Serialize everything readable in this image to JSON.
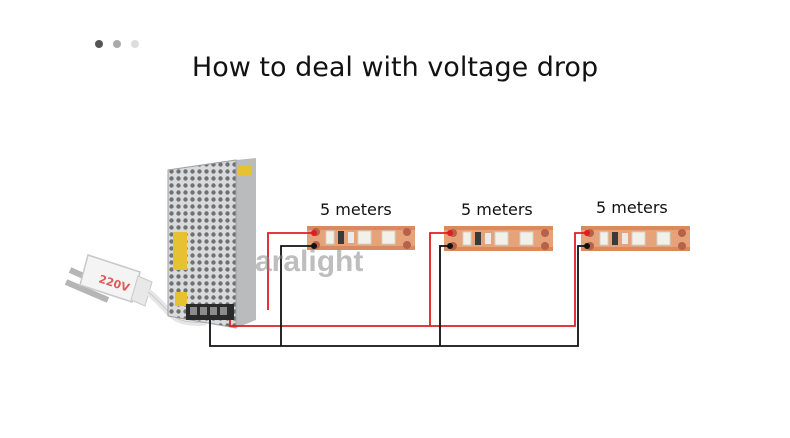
{
  "carousel": {
    "dots": 3,
    "active": 0
  },
  "title": "How to deal with voltage drop",
  "strips": [
    {
      "label": "5 meters"
    },
    {
      "label": "5 meters"
    },
    {
      "label": "5 meters"
    }
  ],
  "plug_label": "220V",
  "watermark": "aralight",
  "colors": {
    "positive_wire": "#e01b24",
    "negative_wire": "#111111",
    "strip_pcb": "#d98a5e",
    "led": "#f1f1ea"
  }
}
